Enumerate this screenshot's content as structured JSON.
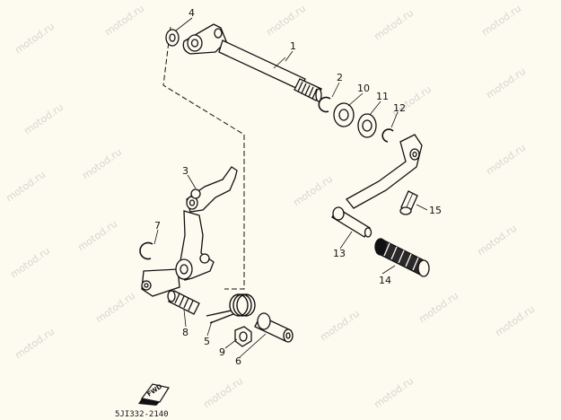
{
  "diagram": {
    "watermark_text": "motod.ru",
    "part_code": "5JI332-2140",
    "fwd_label": "FWD",
    "callouts": {
      "c1": "1",
      "c2": "2",
      "c3": "3",
      "c4": "4",
      "c5": "5",
      "c6": "6",
      "c7": "7",
      "c8": "8",
      "c9": "9",
      "c10": "10",
      "c11": "11",
      "c12": "12",
      "c13": "13",
      "c14": "14",
      "c15": "15"
    }
  },
  "colors": {
    "background": "#fdfaf0",
    "ink": "#111111",
    "watermark": "#b8b8b8"
  }
}
